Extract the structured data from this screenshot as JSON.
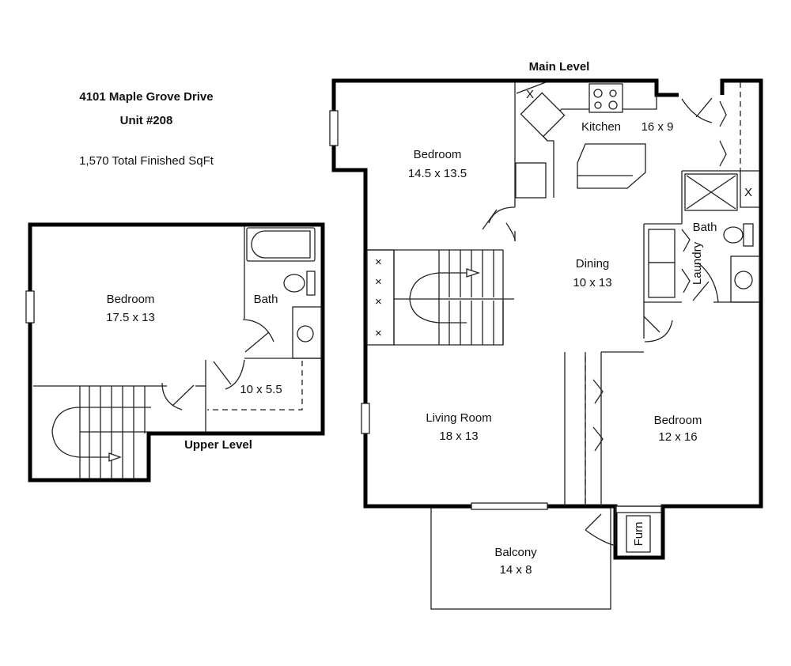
{
  "header": {
    "address": "4101 Maple Grove Drive",
    "unit": "Unit  #208",
    "total_sqft": "1,570 Total Finished SqFt"
  },
  "main_level": {
    "title": "Main Level",
    "rooms": {
      "bedroom1": {
        "name": "Bedroom",
        "size": "14.5 x 13.5"
      },
      "kitchen": {
        "name": "Kitchen",
        "size": "16 x 9"
      },
      "bath": {
        "name": "Bath"
      },
      "laundry": {
        "name": "Laundry"
      },
      "dining": {
        "name": "Dining",
        "size": "10 x 13"
      },
      "living": {
        "name": "Living Room",
        "size": "18 x 13"
      },
      "bedroom2": {
        "name": "Bedroom",
        "size": "12 x 16"
      },
      "balcony": {
        "name": "Balcony",
        "size": "14 x 8"
      },
      "furnace": {
        "name": "Furn"
      }
    }
  },
  "upper_level": {
    "title": "Upper Level",
    "rooms": {
      "bedroom": {
        "name": "Bedroom",
        "size": "17.5 x 13"
      },
      "bath": {
        "name": "Bath"
      },
      "loft": {
        "size": "10 x 5.5"
      }
    }
  }
}
